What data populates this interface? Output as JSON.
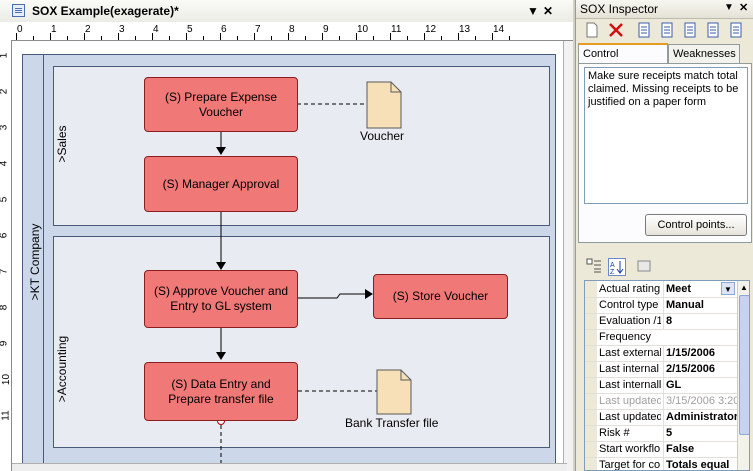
{
  "document": {
    "title": "SOX Example(exagerate)*",
    "ruler_top_labels": [
      "0",
      "1",
      "2",
      "3",
      "4",
      "5",
      "6",
      "7",
      "8",
      "9",
      "10",
      "11",
      "12",
      "13",
      "14"
    ],
    "ruler_left_labels": [
      "1",
      "2",
      "3",
      "4",
      "5",
      "6",
      "7",
      "8",
      "9",
      "10",
      "11"
    ]
  },
  "diagram": {
    "pool_label": ">KT Company",
    "lanes": [
      ">Sales",
      ">Accounting"
    ],
    "tasks": {
      "prepare": "(S) Prepare Expense Voucher",
      "manager": "(S) Manager Approval",
      "approve": "(S) Approve Voucher and Entry to GL system",
      "store": "(S) Store Voucher",
      "entry": "(S) Data Entry and Prepare transfer file"
    },
    "documents": {
      "voucher": "Voucher",
      "transfer": "Bank Transfer file"
    },
    "colors": {
      "task_fill": "#f07877",
      "document_fill": "#f7e0b8",
      "lane_fill": "#e9ebf2"
    }
  },
  "inspector": {
    "title": "SOX Inspector",
    "tabs": [
      "Control definition",
      "Weaknesses"
    ],
    "control_text": "Make sure receipts match total claimed. Missing receipts to be justified on a paper form",
    "control_points_button": "Control points...",
    "properties": [
      {
        "key": "Actual rating",
        "value": "Meet",
        "dropdown": true
      },
      {
        "key": "Control type",
        "value": "Manual"
      },
      {
        "key": "Evaluation /1",
        "value": "8"
      },
      {
        "key": "Frequency",
        "value": ""
      },
      {
        "key": "Last external",
        "value": "1/15/2006"
      },
      {
        "key": "Last internal",
        "value": "2/15/2006"
      },
      {
        "key": "Last internally",
        "value": "GL"
      },
      {
        "key": "Last updated",
        "value": "3/15/2006 3:20",
        "dim": true
      },
      {
        "key": "Last updated",
        "value": "Administrator"
      },
      {
        "key": "Risk #",
        "value": "5"
      },
      {
        "key": "Start workflo",
        "value": "False"
      },
      {
        "key": "Target for co",
        "value": "Totals equal"
      }
    ]
  }
}
